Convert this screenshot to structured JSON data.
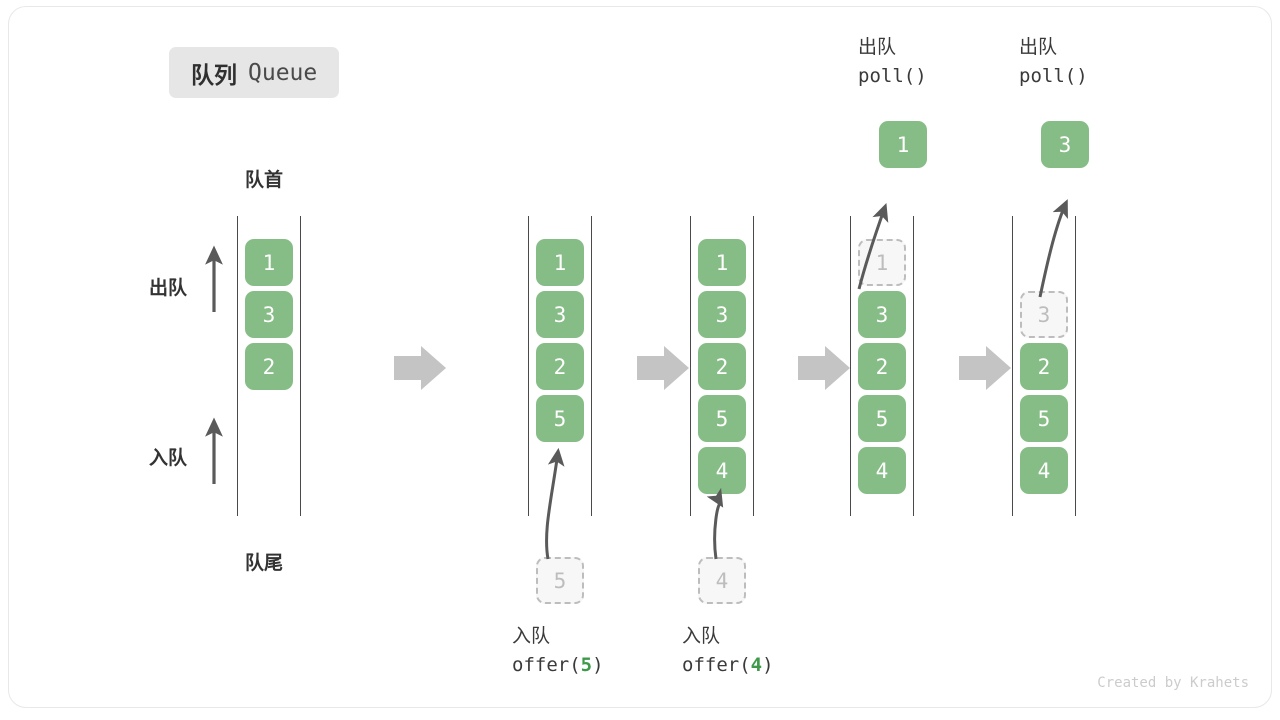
{
  "title": {
    "cn": "队列",
    "en": "Queue"
  },
  "labels": {
    "head": "队首",
    "tail": "队尾",
    "dequeue": "出队",
    "enqueue": "入队"
  },
  "credit": "Created by Krahets",
  "colors": {
    "box_fill": "#86bd86",
    "box_text": "#ffffff",
    "ghost_fill": "#f7f7f7",
    "ghost_border": "#bdbdbd",
    "ghost_text": "#bdbdbd",
    "rail": "#4a4a4a",
    "arrow": "#5a5a5a",
    "flow_arrow": "#c4c4c4",
    "badge_bg": "#e6e6e6",
    "accent_green": "#3e9949"
  },
  "captions": {
    "offer5": {
      "cn": "入队",
      "code_pre": "offer(",
      "code_num": "5",
      "code_post": ")"
    },
    "offer4": {
      "cn": "入队",
      "code_pre": "offer(",
      "code_num": "4",
      "code_post": ")"
    },
    "poll1": {
      "cn": "出队",
      "code": "poll()"
    },
    "poll2": {
      "cn": "出队",
      "code": "poll()"
    }
  },
  "steps": [
    {
      "name": "initial",
      "values": [
        "1",
        "3",
        "2"
      ],
      "ghost_index": null,
      "ghost_value": null,
      "incoming": null,
      "extracted": null
    },
    {
      "name": "after-offer-5",
      "values": [
        "1",
        "3",
        "2",
        "5"
      ],
      "ghost_index": null,
      "ghost_value": null,
      "incoming": "5",
      "extracted": null
    },
    {
      "name": "after-offer-4",
      "values": [
        "1",
        "3",
        "2",
        "5",
        "4"
      ],
      "ghost_index": null,
      "ghost_value": null,
      "incoming": "4",
      "extracted": null
    },
    {
      "name": "poll-1",
      "values": [
        "1",
        "3",
        "2",
        "5",
        "4"
      ],
      "ghost_index": 0,
      "ghost_value": "1",
      "incoming": null,
      "extracted": "1"
    },
    {
      "name": "poll-3",
      "values": [
        "3",
        "2",
        "5",
        "4"
      ],
      "ghost_index": 0,
      "ghost_value": "3",
      "slot_offset": 1,
      "incoming": null,
      "extracted": "3"
    }
  ]
}
